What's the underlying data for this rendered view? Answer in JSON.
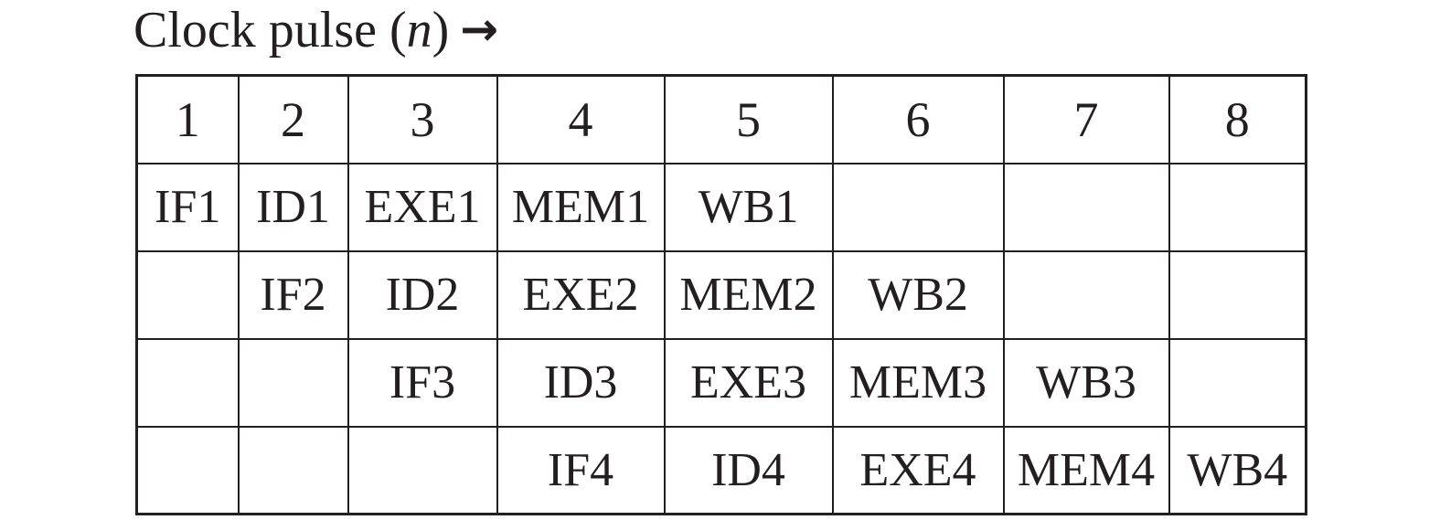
{
  "colors": {
    "background": "#ffffff",
    "ink": "#231f20"
  },
  "title": {
    "prefix": "Clock pulse (",
    "variable": "n",
    "suffix": ")",
    "arrow": "→"
  },
  "table": {
    "columns": [
      "1",
      "2",
      "3",
      "4",
      "5",
      "6",
      "7",
      "8"
    ],
    "rows": [
      [
        "IF1",
        "ID1",
        "EXE1",
        "MEM1",
        "WB1",
        "",
        "",
        ""
      ],
      [
        "",
        "IF2",
        "ID2",
        "EXE2",
        "MEM2",
        "WB2",
        "",
        ""
      ],
      [
        "",
        "",
        "IF3",
        "ID3",
        "EXE3",
        "MEM3",
        "WB3",
        ""
      ],
      [
        "",
        "",
        "",
        "IF4",
        "ID4",
        "EXE4",
        "MEM4",
        "WB4"
      ]
    ]
  }
}
